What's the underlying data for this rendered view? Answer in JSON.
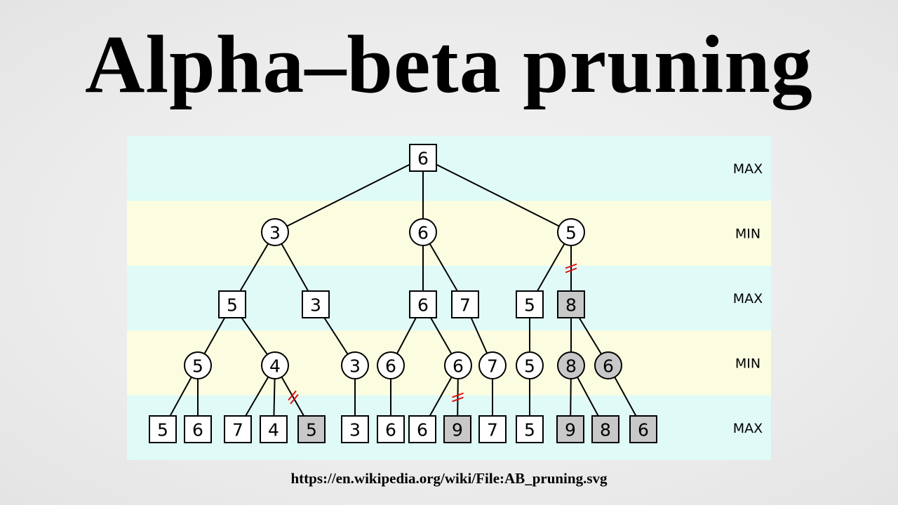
{
  "title": "Alpha–beta pruning",
  "source_url": "https://en.wikipedia.org/wiki/File:AB_pruning.svg",
  "colors": {
    "band_max": "#e0fbf7",
    "band_min": "#fcfde0",
    "node_fill": "#ffffff",
    "pruned_fill": "#c8c8c8",
    "cut_mark": "#e01010"
  },
  "levels": [
    "MAX",
    "MIN",
    "MAX",
    "MIN",
    "MAX"
  ],
  "tree": {
    "nodes": [
      {
        "id": "r",
        "value": "6",
        "shape": "square",
        "level": 0,
        "pruned": false
      },
      {
        "id": "a",
        "value": "3",
        "shape": "circle",
        "level": 1,
        "pruned": false
      },
      {
        "id": "b",
        "value": "6",
        "shape": "circle",
        "level": 1,
        "pruned": false
      },
      {
        "id": "c",
        "value": "5",
        "shape": "circle",
        "level": 1,
        "pruned": false
      },
      {
        "id": "a1",
        "value": "5",
        "shape": "square",
        "level": 2,
        "pruned": false
      },
      {
        "id": "a2",
        "value": "3",
        "shape": "square",
        "level": 2,
        "pruned": false
      },
      {
        "id": "b1",
        "value": "6",
        "shape": "square",
        "level": 2,
        "pruned": false
      },
      {
        "id": "b2",
        "value": "7",
        "shape": "square",
        "level": 2,
        "pruned": false
      },
      {
        "id": "c1",
        "value": "5",
        "shape": "square",
        "level": 2,
        "pruned": false
      },
      {
        "id": "c2",
        "value": "8",
        "shape": "square",
        "level": 2,
        "pruned": true
      },
      {
        "id": "a1a",
        "value": "5",
        "shape": "circle",
        "level": 3,
        "pruned": false
      },
      {
        "id": "a1b",
        "value": "4",
        "shape": "circle",
        "level": 3,
        "pruned": false
      },
      {
        "id": "a2a",
        "value": "3",
        "shape": "circle",
        "level": 3,
        "pruned": false
      },
      {
        "id": "b1a",
        "value": "6",
        "shape": "circle",
        "level": 3,
        "pruned": false
      },
      {
        "id": "b1b",
        "value": "6",
        "shape": "circle",
        "level": 3,
        "pruned": false
      },
      {
        "id": "b2a",
        "value": "7",
        "shape": "circle",
        "level": 3,
        "pruned": false
      },
      {
        "id": "c1a",
        "value": "5",
        "shape": "circle",
        "level": 3,
        "pruned": false
      },
      {
        "id": "c2a",
        "value": "8",
        "shape": "circle",
        "level": 3,
        "pruned": true
      },
      {
        "id": "c2b",
        "value": "6",
        "shape": "circle",
        "level": 3,
        "pruned": true
      },
      {
        "id": "l1",
        "value": "5",
        "shape": "square",
        "level": 4,
        "pruned": false
      },
      {
        "id": "l2",
        "value": "6",
        "shape": "square",
        "level": 4,
        "pruned": false
      },
      {
        "id": "l3",
        "value": "7",
        "shape": "square",
        "level": 4,
        "pruned": false
      },
      {
        "id": "l4",
        "value": "4",
        "shape": "square",
        "level": 4,
        "pruned": false
      },
      {
        "id": "l5",
        "value": "5",
        "shape": "square",
        "level": 4,
        "pruned": true
      },
      {
        "id": "l6",
        "value": "3",
        "shape": "square",
        "level": 4,
        "pruned": false
      },
      {
        "id": "l7",
        "value": "6",
        "shape": "square",
        "level": 4,
        "pruned": false
      },
      {
        "id": "l8",
        "value": "6",
        "shape": "square",
        "level": 4,
        "pruned": false
      },
      {
        "id": "l9",
        "value": "9",
        "shape": "square",
        "level": 4,
        "pruned": true
      },
      {
        "id": "l10",
        "value": "7",
        "shape": "square",
        "level": 4,
        "pruned": false
      },
      {
        "id": "l11",
        "value": "5",
        "shape": "square",
        "level": 4,
        "pruned": false
      },
      {
        "id": "l12",
        "value": "9",
        "shape": "square",
        "level": 4,
        "pruned": true
      },
      {
        "id": "l13",
        "value": "8",
        "shape": "square",
        "level": 4,
        "pruned": true
      },
      {
        "id": "l14",
        "value": "6",
        "shape": "square",
        "level": 4,
        "pruned": true
      }
    ],
    "edges": [
      {
        "from": "r",
        "to": "a",
        "cut": false
      },
      {
        "from": "r",
        "to": "b",
        "cut": false
      },
      {
        "from": "r",
        "to": "c",
        "cut": false
      },
      {
        "from": "a",
        "to": "a1",
        "cut": false
      },
      {
        "from": "a",
        "to": "a2",
        "cut": false
      },
      {
        "from": "b",
        "to": "b1",
        "cut": false
      },
      {
        "from": "b",
        "to": "b2",
        "cut": false
      },
      {
        "from": "c",
        "to": "c1",
        "cut": false
      },
      {
        "from": "c",
        "to": "c2",
        "cut": true
      },
      {
        "from": "a1",
        "to": "a1a",
        "cut": false
      },
      {
        "from": "a1",
        "to": "a1b",
        "cut": false
      },
      {
        "from": "a2",
        "to": "a2a",
        "cut": false
      },
      {
        "from": "b1",
        "to": "b1a",
        "cut": false
      },
      {
        "from": "b1",
        "to": "b1b",
        "cut": false
      },
      {
        "from": "b2",
        "to": "b2a",
        "cut": false
      },
      {
        "from": "c1",
        "to": "c1a",
        "cut": false
      },
      {
        "from": "c2",
        "to": "c2a",
        "cut": false
      },
      {
        "from": "c2",
        "to": "c2b",
        "cut": false
      },
      {
        "from": "a1a",
        "to": "l1",
        "cut": false
      },
      {
        "from": "a1a",
        "to": "l2",
        "cut": false
      },
      {
        "from": "a1b",
        "to": "l3",
        "cut": false
      },
      {
        "from": "a1b",
        "to": "l4",
        "cut": false
      },
      {
        "from": "a1b",
        "to": "l5",
        "cut": true
      },
      {
        "from": "a2a",
        "to": "l6",
        "cut": false
      },
      {
        "from": "b1a",
        "to": "l7",
        "cut": false
      },
      {
        "from": "b1b",
        "to": "l8",
        "cut": false
      },
      {
        "from": "b1b",
        "to": "l9",
        "cut": true
      },
      {
        "from": "b2a",
        "to": "l10",
        "cut": false
      },
      {
        "from": "c1a",
        "to": "l11",
        "cut": false
      },
      {
        "from": "c2a",
        "to": "l12",
        "cut": false
      },
      {
        "from": "c2a",
        "to": "l13",
        "cut": false
      },
      {
        "from": "c2b",
        "to": "l14",
        "cut": false
      }
    ]
  }
}
